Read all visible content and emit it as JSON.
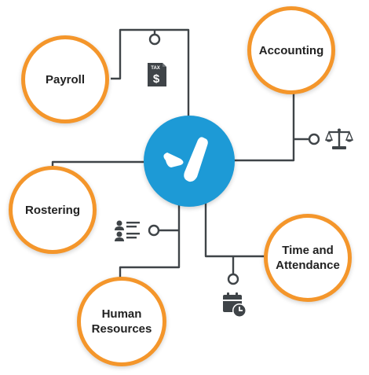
{
  "hub": {
    "logo_icon": "brand-check-logo-icon",
    "color": "#1d9ad6"
  },
  "colors": {
    "node_border": "#f4962b",
    "connector": "#3f4448",
    "icon": "#3f4448"
  },
  "nodes": {
    "payroll": {
      "label": "Payroll"
    },
    "accounting": {
      "label": "Accounting"
    },
    "rostering": {
      "label": "Rostering"
    },
    "time_attendance": {
      "label": "Time and\nAttendance"
    },
    "human_resources": {
      "label": "Human\nResources"
    }
  },
  "icons": {
    "payroll": {
      "name": "tax-document-icon",
      "tag_text": "TAX",
      "symbol": "$"
    },
    "accounting": {
      "name": "balance-scale-icon"
    },
    "rostering": {
      "name": "staff-list-icon"
    },
    "time_attendance": {
      "name": "calendar-clock-icon"
    }
  }
}
